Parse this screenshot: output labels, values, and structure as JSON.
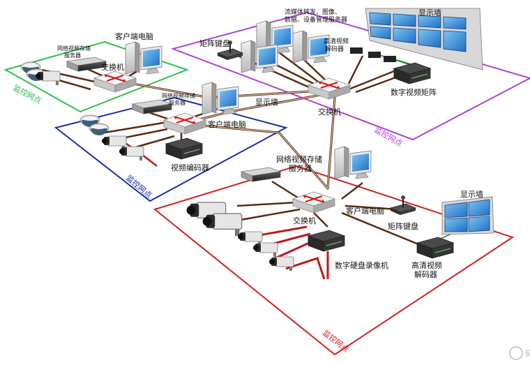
{
  "colors": {
    "zone_green": "#2ec04a",
    "zone_blue": "#1a2ea8",
    "zone_purple": "#b040d8",
    "zone_red": "#d02020",
    "cable_brown": "#5a2a10",
    "cable_red": "#c01818",
    "screen_blue": "#2f86d8"
  },
  "zones": {
    "green": {
      "tag": "监控网点"
    },
    "blue": {
      "tag": "监控网点"
    },
    "purple": {
      "tag": "监控网点"
    },
    "red": {
      "tag": "监控网点"
    }
  },
  "labels": {
    "green_client_pc": "客户端电脑",
    "green_nvr": "网络视频存储服务器",
    "green_switch": "交换机",
    "blue_nvr": "网络视频存储服务器",
    "blue_client_pc": "客户端电脑",
    "blue_encoder": "视频编码器",
    "center_wall_label": "显示墙",
    "purple_stream": "流媒体转发、图像、数据、设备管理服务器",
    "purple_keyboard": "矩阵键盘",
    "purple_decoder": "高清视频解码器",
    "purple_display": "显示墙",
    "purple_matrix": "数字视频矩阵",
    "purple_switch": "交换机",
    "red_nvr": "网络视频存储服务器",
    "red_client_pc": "客户端电脑",
    "red_switch": "交换机",
    "red_keyboard": "矩阵键盘",
    "red_display": "显示墙",
    "red_dvr": "数字硬盘录像机",
    "red_decoder": "高清视频解码器"
  },
  "icons": [
    "dome-camera-icon",
    "bullet-camera-icon",
    "network-switch-icon",
    "computer-icon",
    "server-icon",
    "video-wall-icon",
    "joystick-icon"
  ],
  "watermark": "安"
}
